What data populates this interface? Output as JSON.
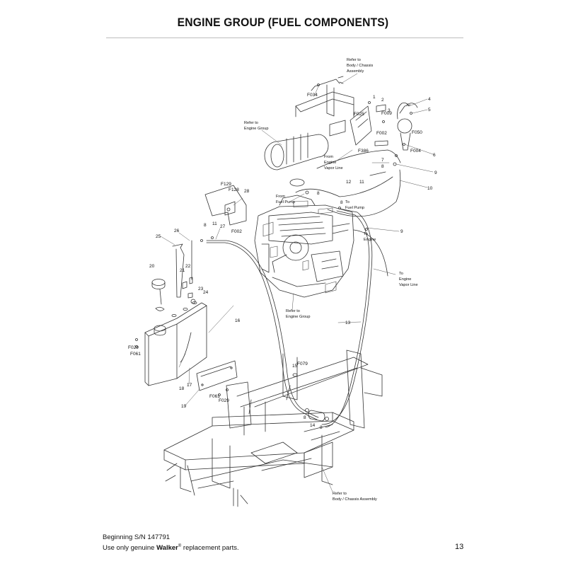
{
  "page": {
    "title": "ENGINE GROUP (FUEL COMPONENTS)",
    "footer_line1": "Beginning S/N 147791",
    "footer_line2_pre": "Use only genuine ",
    "footer_line2_brand": "Walker",
    "footer_line2_reg": "®",
    "footer_line2_post": " replacement parts.",
    "page_number": "13"
  },
  "diagram": {
    "callouts": {
      "refer_body_chassis_top": [
        "Refer to",
        "Body / Chassis",
        "Assembly"
      ],
      "refer_engine_group_top": [
        "Refer to",
        "Engine Group"
      ],
      "from_engine_vapor_line": [
        "From",
        "Engine",
        "Vapor Line"
      ],
      "from_fuel_pump": [
        "From",
        "Fuel Pump"
      ],
      "to_fuel_pump": [
        "To",
        "Fuel Pump"
      ],
      "to_engine": [
        "To",
        "Engine"
      ],
      "to_engine_vapor_line": [
        "To",
        "Engine",
        "Vapor Line"
      ],
      "refer_engine_group_bottom": [
        "Refer to",
        "Engine Group"
      ],
      "refer_body_chassis_bottom": [
        "Refer to",
        "Body / Chassis Assembly"
      ]
    },
    "part_labels": {
      "p1": "1",
      "p2": "2",
      "p3": "3",
      "p4": "4",
      "p5": "5",
      "p6": "6",
      "p7": "7",
      "p8a": "8",
      "p8b": "8",
      "p8c": "8",
      "p8d": "8",
      "p8e": "8",
      "p8f": "8",
      "p9a": "9",
      "p9b": "9",
      "p10": "10",
      "p11a": "11",
      "p11b": "11",
      "p12": "12",
      "p13": "13",
      "p14": "14",
      "p15": "15",
      "p16": "16",
      "p17": "17",
      "p18": "18",
      "p19": "19",
      "p20": "20",
      "p21": "21",
      "p22": "22",
      "p23": "23",
      "p24": "24",
      "p25": "25",
      "p26": "26",
      "p27": "27",
      "p28": "28",
      "F002a": "F002",
      "F002b": "F002",
      "F004": "F004",
      "F009": "F009",
      "F025": "F025",
      "F029a": "F029",
      "F029b": "F029",
      "F034": "F034",
      "F050": "F050",
      "F061a": "F061",
      "F061b": "F061",
      "F079": "F079",
      "F128": "F128",
      "F129": "F129",
      "F386": "F386"
    }
  }
}
